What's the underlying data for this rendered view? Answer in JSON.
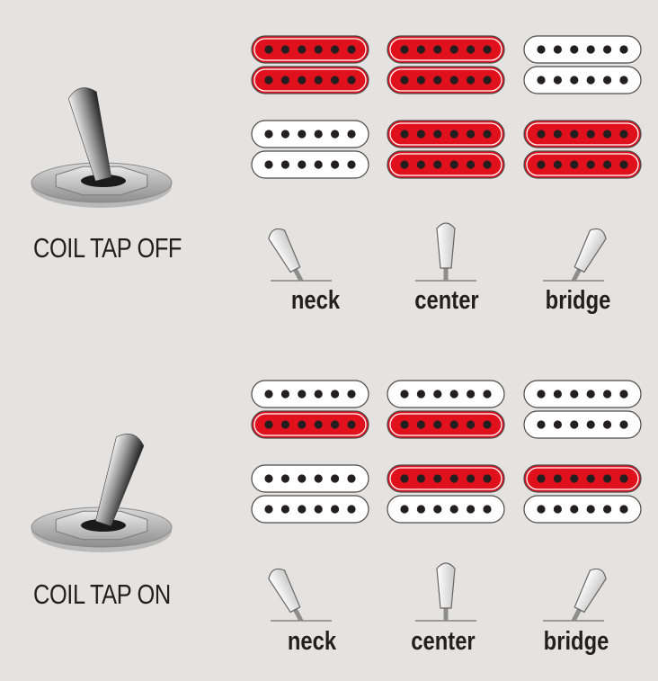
{
  "colors": {
    "background": "#e4e3e1",
    "active_coil": "#e0101c",
    "inactive_coil": "#ffffff",
    "pole_piece": "#231f20",
    "text": "#231f20"
  },
  "panels": [
    {
      "state_label": "COIL TAP OFF",
      "switch_position": "down",
      "positions": [
        {
          "label": "neck",
          "lever": "left",
          "pickups": [
            {
              "coils": [
                "red",
                "red"
              ]
            },
            {
              "coils": [
                "white",
                "white"
              ]
            }
          ]
        },
        {
          "label": "center",
          "lever": "center",
          "pickups": [
            {
              "coils": [
                "red",
                "red"
              ]
            },
            {
              "coils": [
                "red",
                "red"
              ]
            }
          ]
        },
        {
          "label": "bridge",
          "lever": "right",
          "pickups": [
            {
              "coils": [
                "white",
                "white"
              ]
            },
            {
              "coils": [
                "red",
                "red"
              ]
            }
          ]
        }
      ]
    },
    {
      "state_label": "COIL TAP ON",
      "switch_position": "up",
      "positions": [
        {
          "label": "neck",
          "lever": "left",
          "pickups": [
            {
              "coils": [
                "white",
                "red"
              ]
            },
            {
              "coils": [
                "white",
                "white"
              ]
            }
          ]
        },
        {
          "label": "center",
          "lever": "center",
          "pickups": [
            {
              "coils": [
                "white",
                "red"
              ]
            },
            {
              "coils": [
                "red",
                "white"
              ]
            }
          ]
        },
        {
          "label": "bridge",
          "lever": "right",
          "pickups": [
            {
              "coils": [
                "white",
                "white"
              ]
            },
            {
              "coils": [
                "red",
                "white"
              ]
            }
          ]
        }
      ]
    }
  ],
  "icons": {
    "toggle_switch": "toggle-switch-icon",
    "selector_lever": "selector-lever-icon",
    "pickup": "humbucker-pickup-icon"
  }
}
